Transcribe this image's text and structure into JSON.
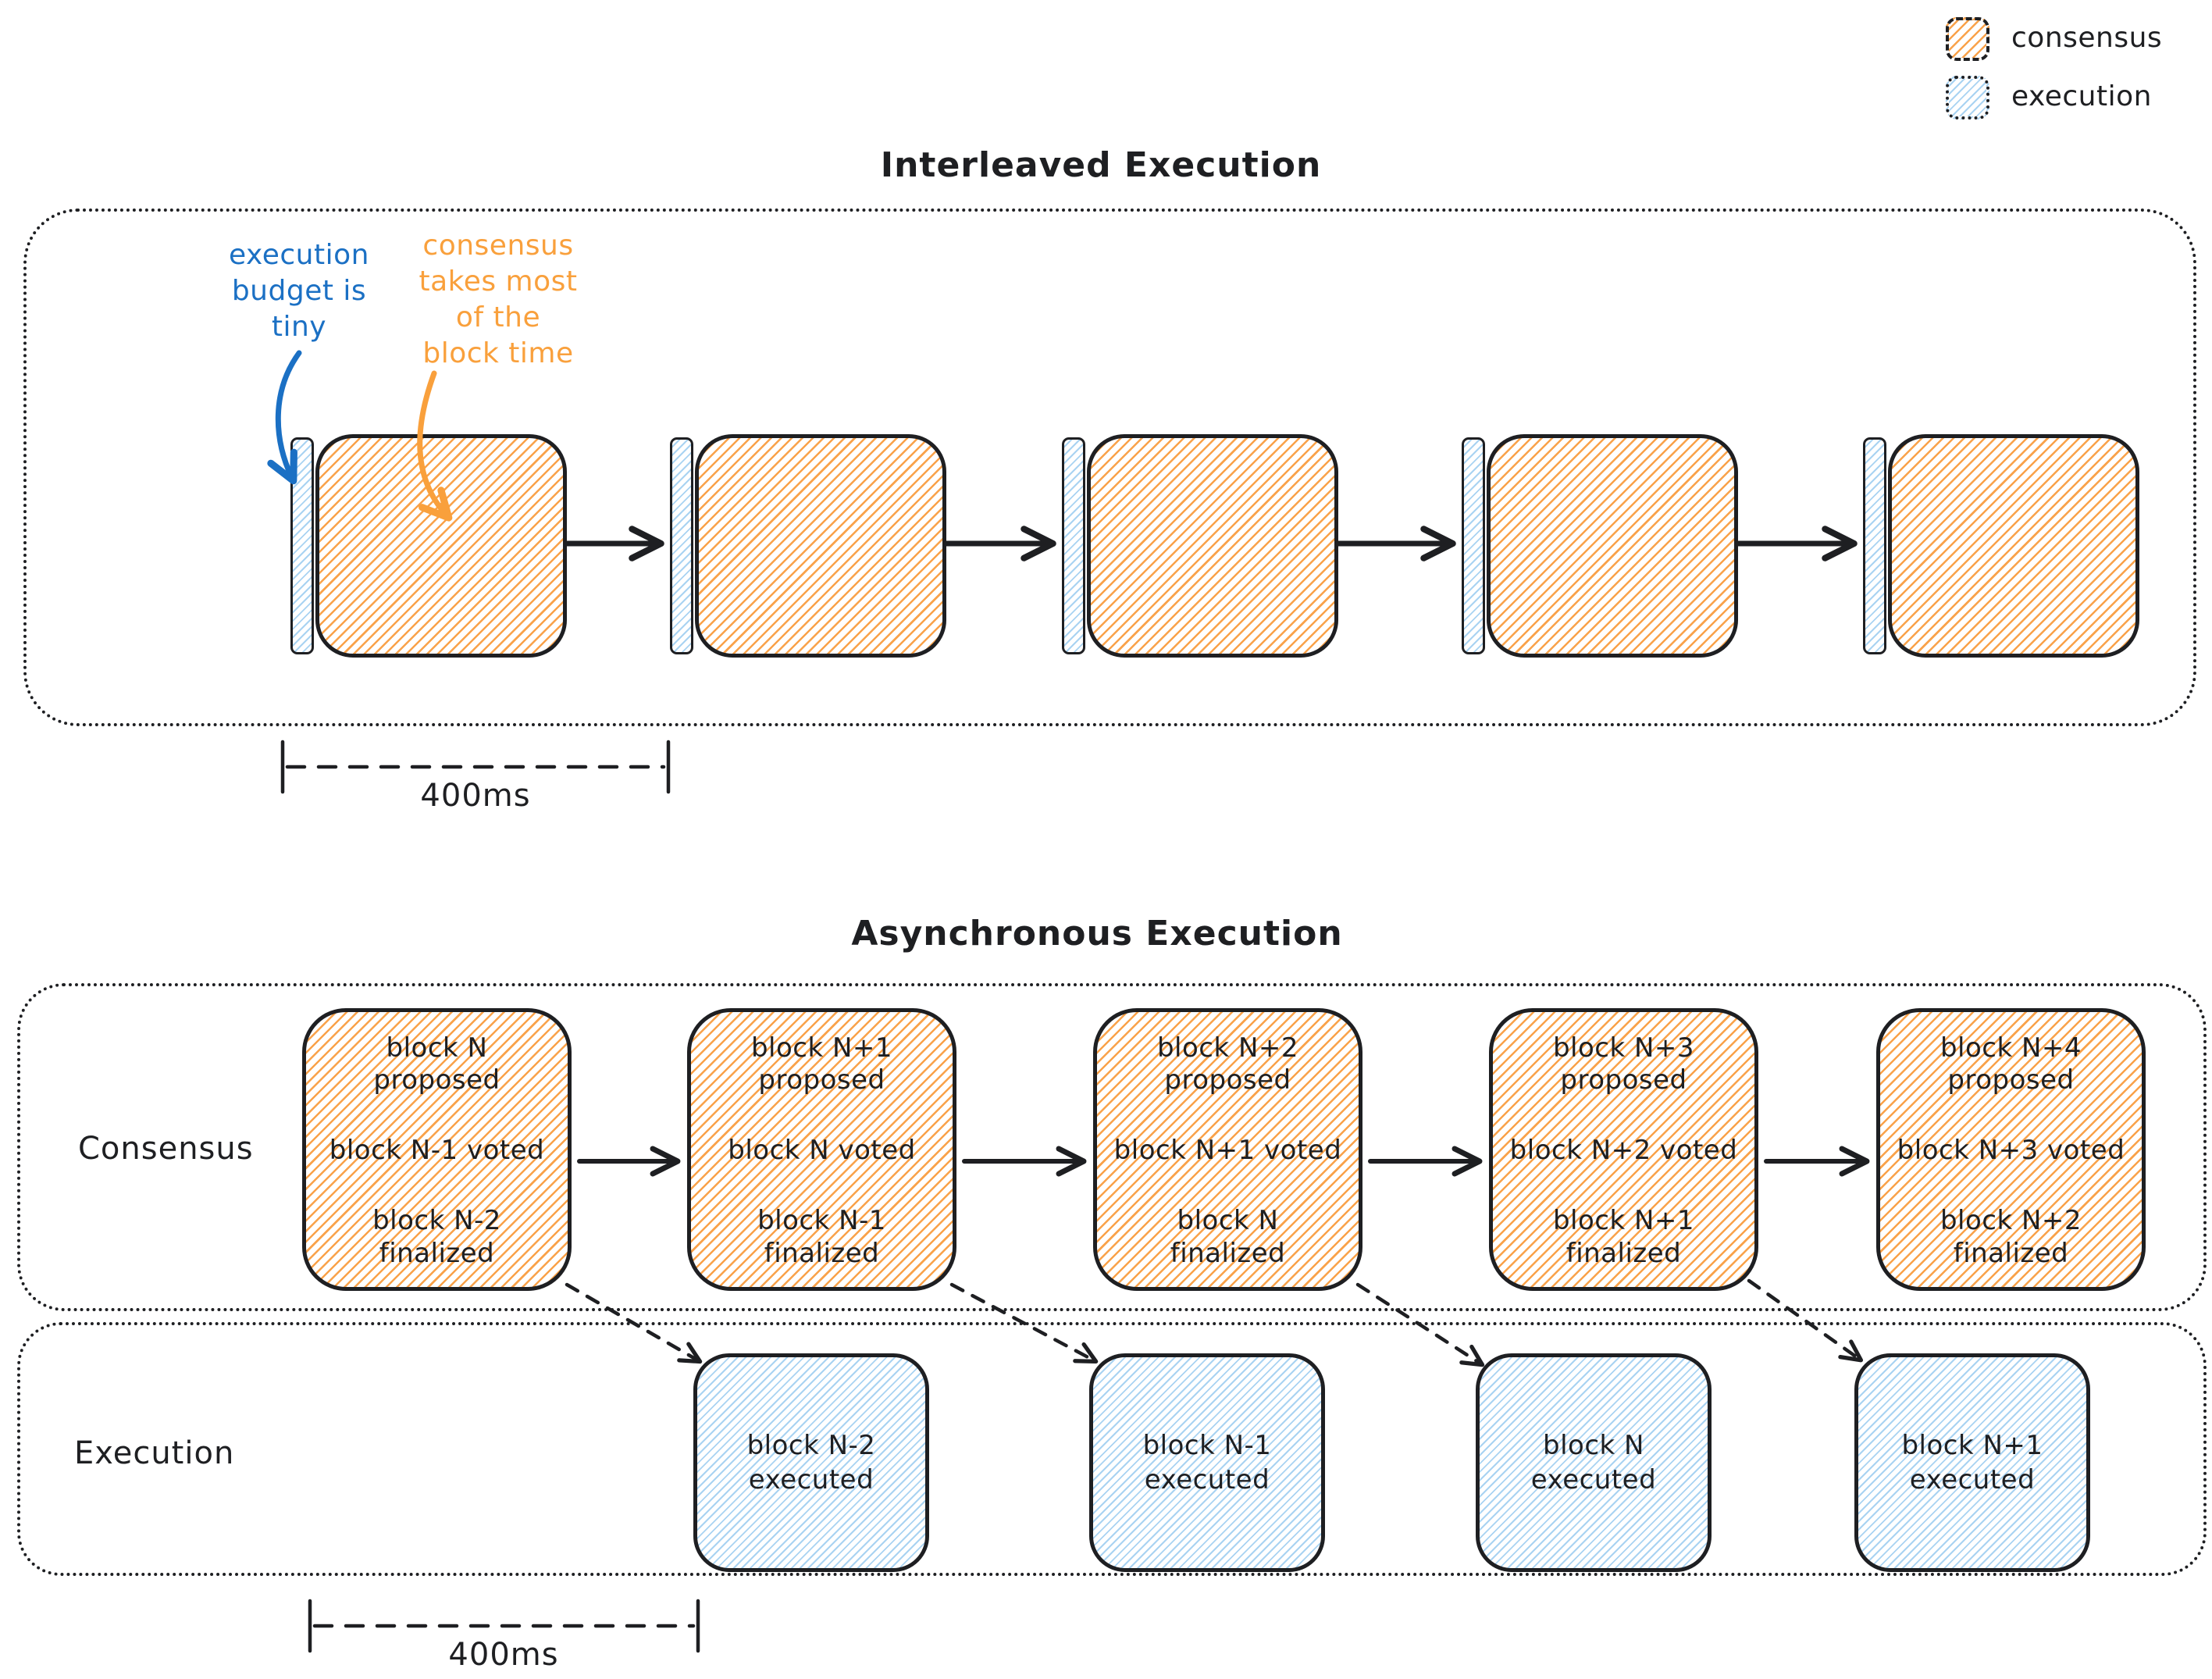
{
  "legend": {
    "items": [
      {
        "label": "consensus",
        "color": "#f9a24a"
      },
      {
        "label": "execution",
        "color": "#a9d3f2"
      }
    ]
  },
  "colors": {
    "ink": "#1e1f22",
    "consensus_hatch": "#f9a24a",
    "execution_hatch": "#a9d3f2",
    "annotation_blue": "#1b70c4",
    "annotation_orange": "#f9a03c"
  },
  "interleaved": {
    "title": "Interleaved Execution",
    "annotations": {
      "blue": {
        "lines": [
          "execution",
          "budget is",
          "tiny"
        ]
      },
      "orange": {
        "lines": [
          "consensus",
          "takes most",
          "of the",
          "block time"
        ]
      }
    },
    "measure": {
      "label": "400ms"
    }
  },
  "async": {
    "title": "Asynchronous Execution",
    "consensus_label": "Consensus",
    "execution_label": "Execution",
    "consensus_blocks": [
      {
        "proposed": [
          "block N",
          "proposed"
        ],
        "voted": "block N-1 voted",
        "finalized": [
          "block N-2",
          "finalized"
        ]
      },
      {
        "proposed": [
          "block N+1",
          "proposed"
        ],
        "voted": "block N voted",
        "finalized": [
          "block N-1",
          "finalized"
        ]
      },
      {
        "proposed": [
          "block N+2",
          "proposed"
        ],
        "voted": "block N+1 voted",
        "finalized": [
          "block N",
          "finalized"
        ]
      },
      {
        "proposed": [
          "block N+3",
          "proposed"
        ],
        "voted": "block N+2 voted",
        "finalized": [
          "block N+1",
          "finalized"
        ]
      },
      {
        "proposed": [
          "block N+4",
          "proposed"
        ],
        "voted": "block N+3 voted",
        "finalized": [
          "block N+2",
          "finalized"
        ]
      }
    ],
    "execution_blocks": [
      {
        "lines": [
          "block N-2",
          "executed"
        ]
      },
      {
        "lines": [
          "block N-1",
          "executed"
        ]
      },
      {
        "lines": [
          "block N",
          "executed"
        ]
      },
      {
        "lines": [
          "block N+1",
          "executed"
        ]
      }
    ],
    "measure": {
      "label": "400ms"
    }
  }
}
